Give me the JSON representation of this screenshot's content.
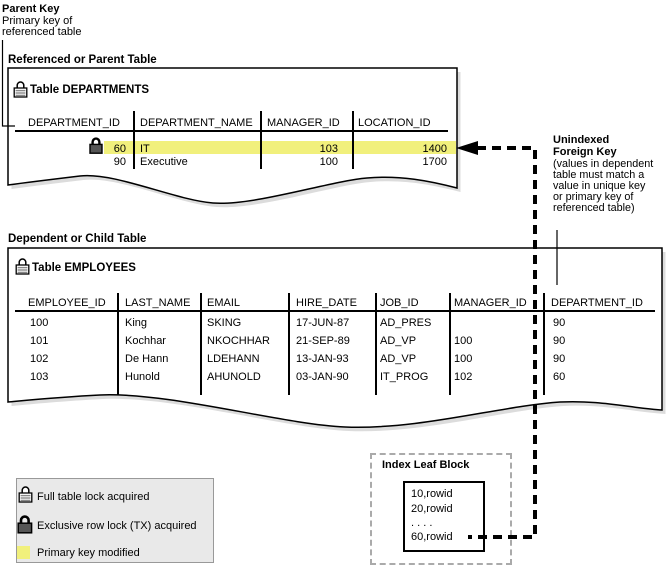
{
  "annotations": {
    "parent_key": {
      "title": "Parent Key",
      "line1": "Primary key of",
      "line2": "referenced table"
    },
    "unindexed_fk": {
      "title1": "Unindexed",
      "title2": "Foreign Key",
      "desc1": "(values in dependent",
      "desc2": "table must match a",
      "desc3": "value in unique key",
      "desc4": "or primary key of",
      "desc5": "referenced table)"
    }
  },
  "parent_table": {
    "section_label": "Referenced or Parent Table",
    "title": "Table DEPARTMENTS",
    "columns": [
      "DEPARTMENT_ID",
      "DEPARTMENT_NAME",
      "MANAGER_ID",
      "LOCATION_ID"
    ],
    "rows": [
      [
        "60",
        "IT",
        "103",
        "1400"
      ],
      [
        "90",
        "Executive",
        "100",
        "1700"
      ]
    ],
    "highlighted_row": 0
  },
  "child_table": {
    "section_label": "Dependent or Child Table",
    "title": "Table EMPLOYEES",
    "columns": [
      "EMPLOYEE_ID",
      "LAST_NAME",
      "EMAIL",
      "HIRE_DATE",
      "JOB_ID",
      "MANAGER_ID",
      "DEPARTMENT_ID"
    ],
    "rows": [
      [
        "100",
        "King",
        "SKING",
        "17-JUN-87",
        "AD_PRES",
        "",
        "90"
      ],
      [
        "101",
        "Kochhar",
        "NKOCHHAR",
        "21-SEP-89",
        "AD_VP",
        "100",
        "90"
      ],
      [
        "102",
        "De Hann",
        "LDEHANN",
        "13-JAN-93",
        "AD_VP",
        "100",
        "90"
      ],
      [
        "103",
        "Hunold",
        "AHUNOLD",
        "03-JAN-90",
        "IT_PROG",
        "102",
        "60"
      ]
    ]
  },
  "index_leaf_block": {
    "title": "Index Leaf Block",
    "entries": [
      "10,rowid",
      "20,rowid",
      ". . . .",
      "60,rowid"
    ]
  },
  "legend": {
    "items": [
      {
        "icon": "full-table-lock-icon",
        "label": "Full table lock acquired"
      },
      {
        "icon": "row-lock-icon",
        "label": "Exclusive row lock (TX) acquired"
      },
      {
        "icon": "highlight-swatch",
        "label": "Primary key modified"
      }
    ]
  },
  "colors": {
    "highlight": "#F1F07C",
    "legend_background": "#E9E9E9",
    "dashed_gray": "#AAAAAA",
    "shadow": "#DCDCDC",
    "line": "#000000"
  }
}
